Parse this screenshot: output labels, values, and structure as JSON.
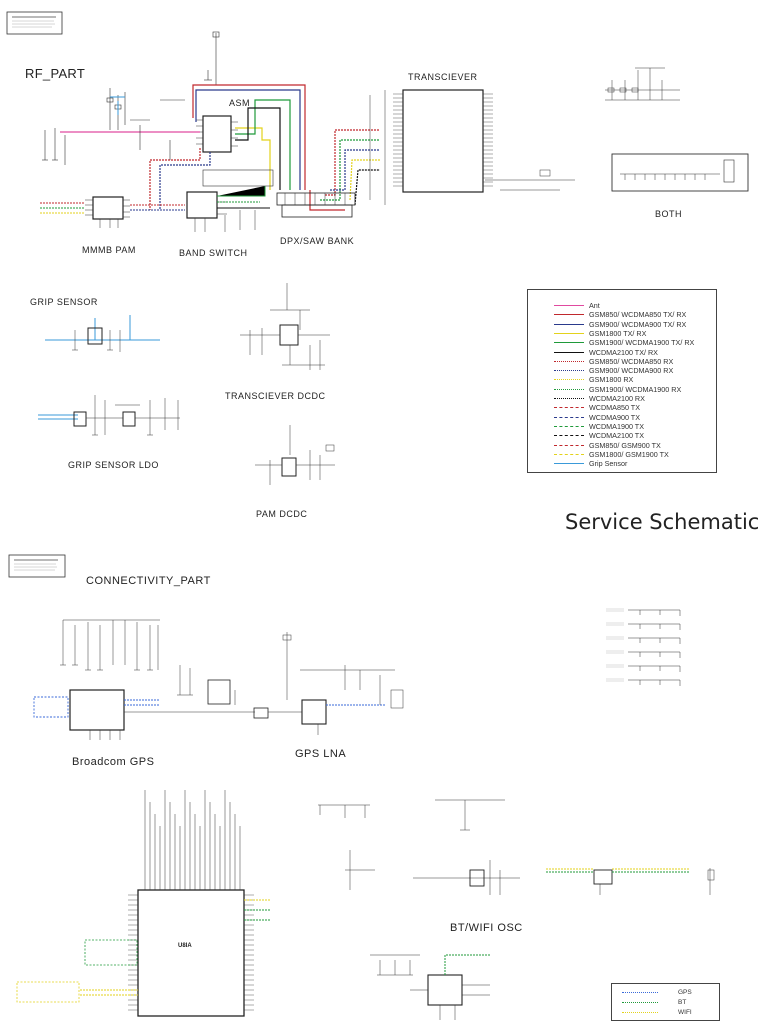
{
  "labels": {
    "rf_part": "RF_PART",
    "transciever": "TRANSCIEVER",
    "asm": "ASM",
    "mmmb_pam": "MMMB PAM",
    "band_switch": "BAND SWITCH",
    "dpx_saw_bank": "DPX/SAW BANK",
    "both": "BOTH",
    "grip_sensor": "GRIP SENSOR",
    "grip_sensor_ldo": "GRIP SENSOR LDO",
    "transciever_dcdc": "TRANSCIEVER DCDC",
    "pam_dcdc": "PAM DCDC",
    "connectivity_part": "CONNECTIVITY_PART",
    "broadcom_gps": "Broadcom GPS",
    "gps_lna": "GPS LNA",
    "bt_wifi_osc": "BT/WIFI OSC",
    "u8ia": "U8IA"
  },
  "title": "Service Schematic",
  "legend": {
    "items": [
      {
        "text": "Ant",
        "color": "#e04aa0",
        "style": "solid"
      },
      {
        "text": "GSM850/ WCDMA850 TX/ RX",
        "color": "#c0282d",
        "style": "solid"
      },
      {
        "text": "GSM900/ WCDMA900 TX/ RX",
        "color": "#2a3a8c",
        "style": "solid"
      },
      {
        "text": "GSM1800 TX/ RX",
        "color": "#e3d21b",
        "style": "solid"
      },
      {
        "text": "GSM1900/ WCDMA1900 TX/ RX",
        "color": "#1f9a3a",
        "style": "solid"
      },
      {
        "text": "WCDMA2100 TX/ RX",
        "color": "#111111",
        "style": "solid"
      },
      {
        "text": "GSM850/ WCDMA850 RX",
        "color": "#c0282d",
        "style": "dotted"
      },
      {
        "text": "GSM900/ WCDMA900 RX",
        "color": "#2a3a8c",
        "style": "dotted"
      },
      {
        "text": "GSM1800 RX",
        "color": "#e3d21b",
        "style": "dotted"
      },
      {
        "text": "GSM1900/ WCDMA1900 RX",
        "color": "#1f9a3a",
        "style": "dotted"
      },
      {
        "text": "WCDMA2100 RX",
        "color": "#111111",
        "style": "dotted"
      },
      {
        "text": "WCDMA850 TX",
        "color": "#c0282d",
        "style": "dashed"
      },
      {
        "text": "WCDMA900 TX",
        "color": "#2a3a8c",
        "style": "dashed"
      },
      {
        "text": "WCDMA1900 TX",
        "color": "#1f9a3a",
        "style": "dashed"
      },
      {
        "text": "WCDMA2100 TX",
        "color": "#111111",
        "style": "dashed"
      },
      {
        "text": "GSM850/ GSM900 TX",
        "color": "#c0282d",
        "style": "dashed"
      },
      {
        "text": "GSM1800/ GSM1900 TX",
        "color": "#e3d21b",
        "style": "dashed"
      },
      {
        "text": "Grip Sensor",
        "color": "#3a9ad9",
        "style": "solid"
      }
    ]
  },
  "legend2": {
    "items": [
      {
        "text": "GPS",
        "color": "#3a6ad9",
        "style": "dotted"
      },
      {
        "text": "BT",
        "color": "#1f9a3a",
        "style": "dotted"
      },
      {
        "text": "WIFI",
        "color": "#e3d21b",
        "style": "dotted"
      }
    ]
  }
}
